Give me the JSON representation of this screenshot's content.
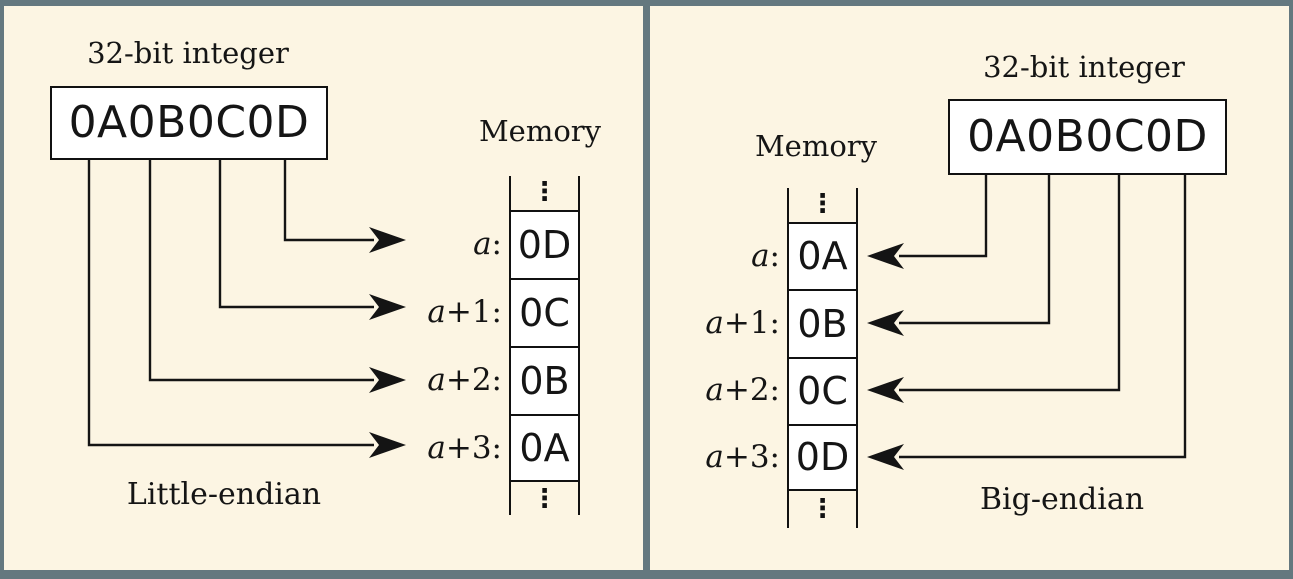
{
  "colors": {
    "frame_background": "#64787f",
    "panel_background": "#fcf5e3",
    "cell_background": "#ffffff",
    "ink": "#141414"
  },
  "panels": [
    {
      "title": "32-bit integer",
      "integer_value": "0A0B0C0D",
      "memory_label": "Memory",
      "endian_label": "Little-endian",
      "ellipsis_top": "⋮",
      "ellipsis_bottom": "⋮",
      "memory_rows": [
        {
          "address_var": "a",
          "address_suffix": ":",
          "value": "0D"
        },
        {
          "address_var": "a",
          "address_suffix": "+1:",
          "value": "0C"
        },
        {
          "address_var": "a",
          "address_suffix": "+2:",
          "value": "0B"
        },
        {
          "address_var": "a",
          "address_suffix": "+3:",
          "value": "0A"
        }
      ]
    },
    {
      "title": "32-bit integer",
      "integer_value": "0A0B0C0D",
      "memory_label": "Memory",
      "endian_label": "Big-endian",
      "ellipsis_top": "⋮",
      "ellipsis_bottom": "⋮",
      "memory_rows": [
        {
          "address_var": "a",
          "address_suffix": ":",
          "value": "0A"
        },
        {
          "address_var": "a",
          "address_suffix": "+1:",
          "value": "0B"
        },
        {
          "address_var": "a",
          "address_suffix": "+2:",
          "value": "0C"
        },
        {
          "address_var": "a",
          "address_suffix": "+3:",
          "value": "0D"
        }
      ]
    }
  ]
}
